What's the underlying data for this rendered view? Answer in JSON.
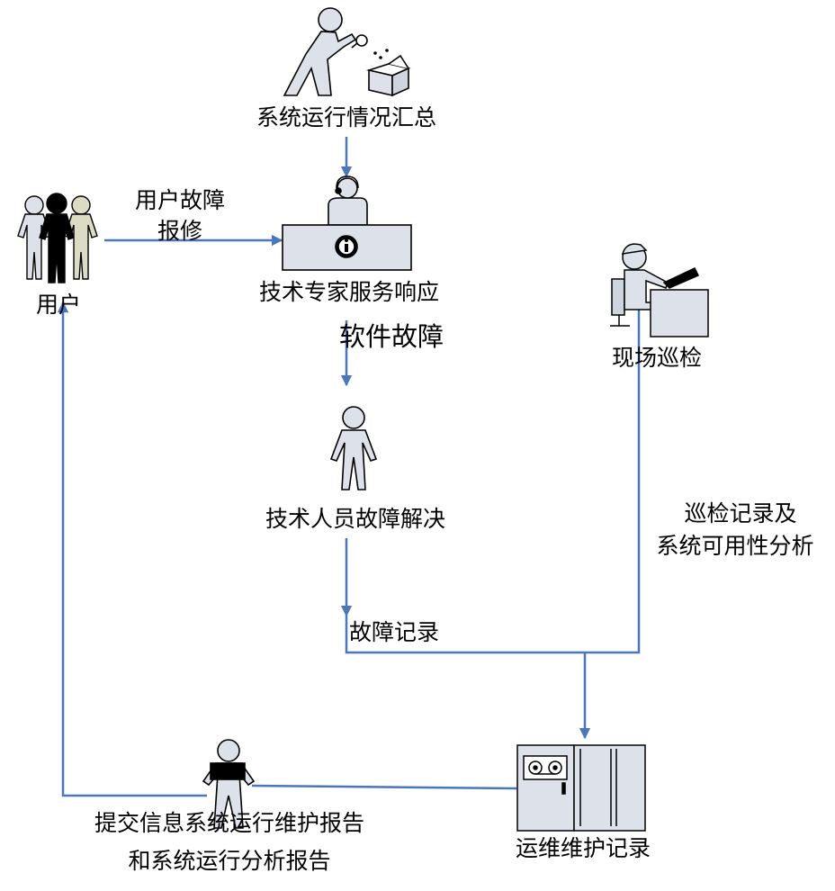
{
  "colors": {
    "arrow": "#4a76bd",
    "figure_fill": "#dde2ea",
    "user_dark": "#000000",
    "user_beige": "#dcdcc4",
    "outline": "#000000"
  },
  "nodes": {
    "summary": {
      "label": "系统运行情况汇总",
      "icon": "person-searching-box-icon"
    },
    "expert": {
      "label": "技术专家服务响应",
      "icon": "help-desk-operator-icon"
    },
    "users": {
      "label": "用户",
      "icon": "user-group-icon"
    },
    "technician": {
      "label": "技术人员故障解决",
      "icon": "person-icon"
    },
    "inspection": {
      "label": "现场巡检",
      "icon": "worker-at-desk-icon"
    },
    "maintenance": {
      "label": "运维维护记录",
      "icon": "server-cabinet-icon"
    },
    "report": {
      "label_line1": "提交信息系统运行维护报告",
      "label_line2": "和系统运行分析报告",
      "icon": "person-with-document-icon"
    }
  },
  "edges": {
    "user_report": {
      "line1": "用户故障",
      "line2": "报修"
    },
    "software_fault": {
      "label": "软件故障"
    },
    "fault_record": {
      "label": "故障记录"
    },
    "inspection_record": {
      "line1": "巡检记录及",
      "line2": "系统可用性分析"
    }
  }
}
